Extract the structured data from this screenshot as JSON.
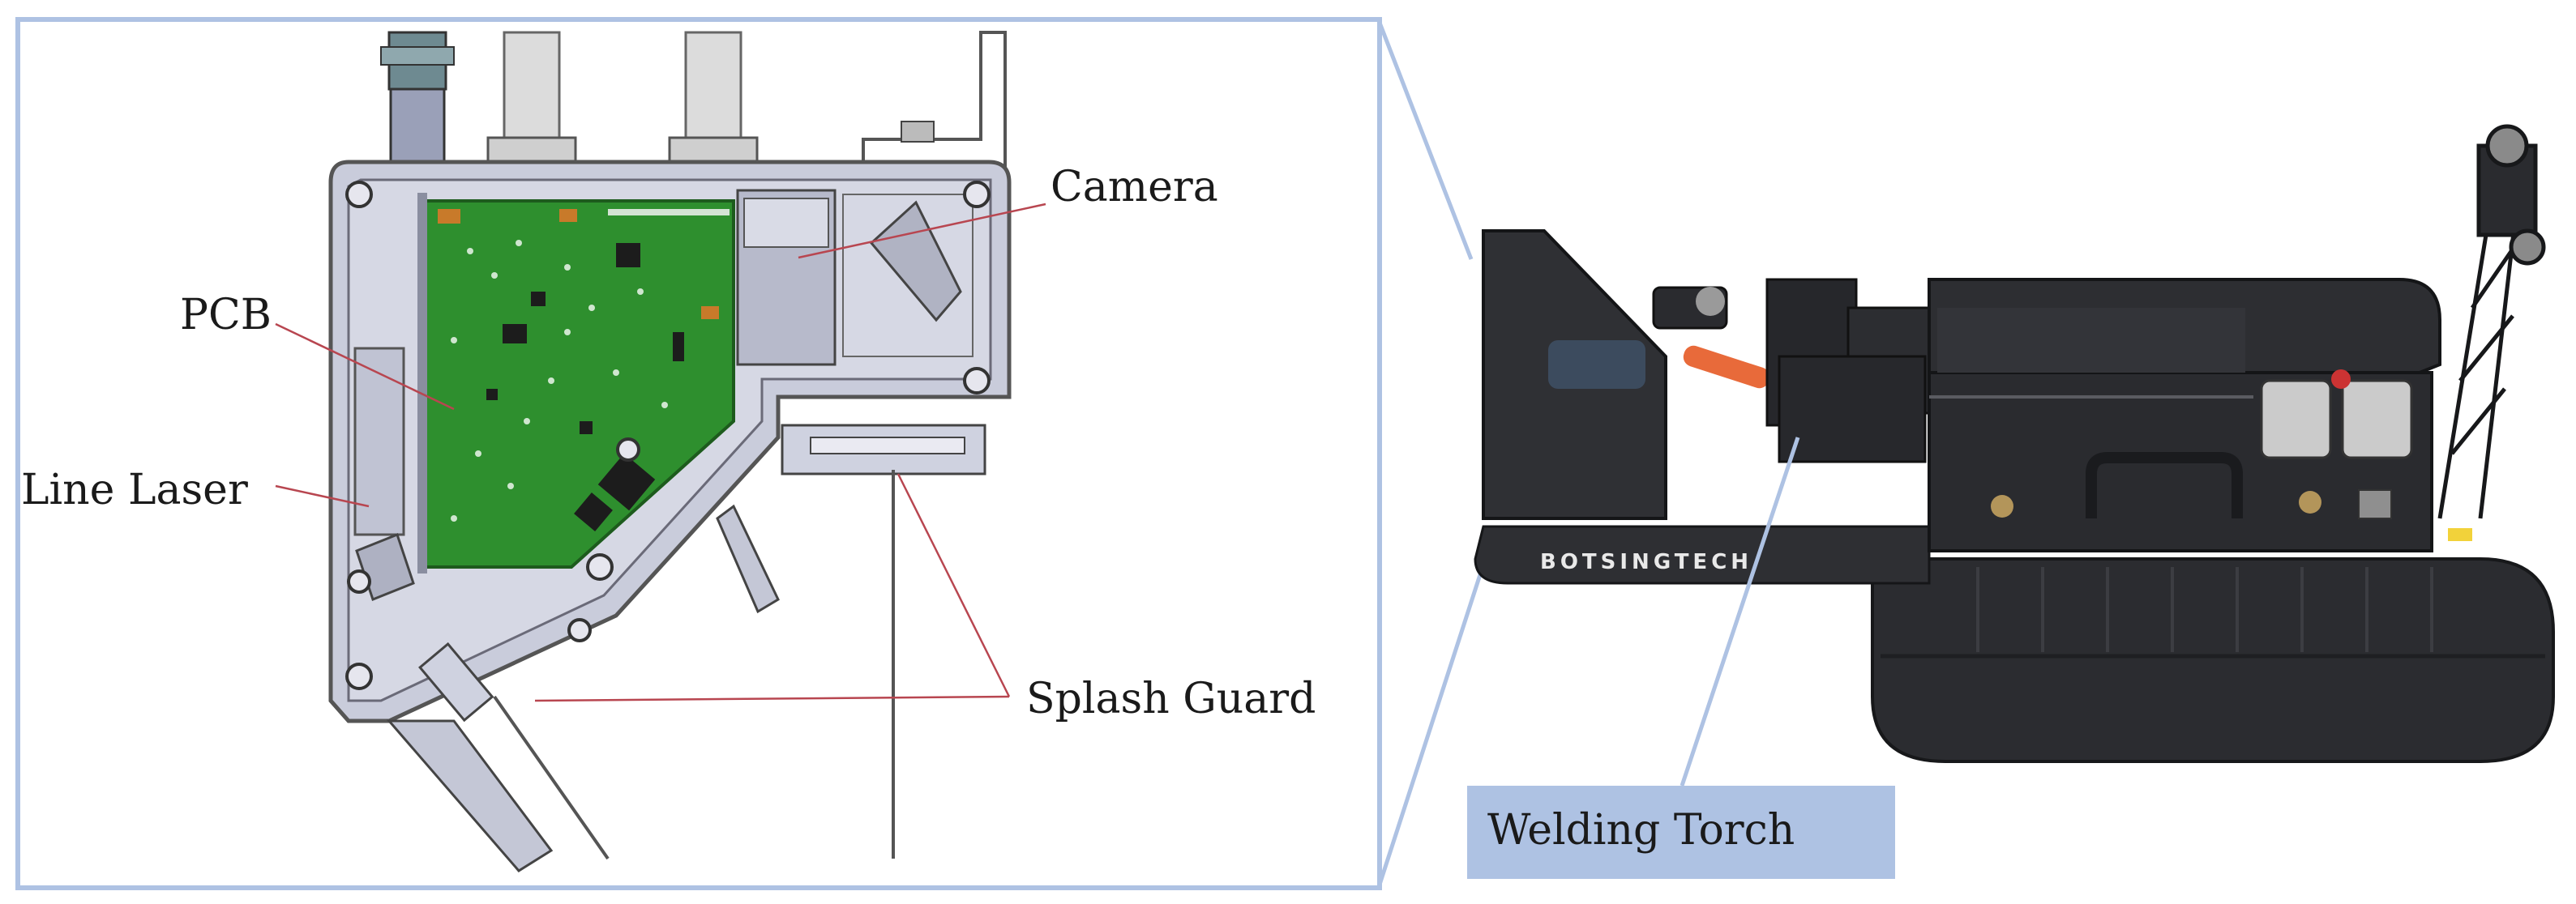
{
  "labels": {
    "camera": "Camera",
    "pcb": "PCB",
    "line_laser": "Line Laser",
    "splash_guard": "Splash Guard",
    "welding_torch": "Welding Torch"
  },
  "robot": {
    "brand": "BOTSINGTECH"
  },
  "colors": {
    "frame_border": "#aec2e3",
    "torch_label_bg": "#aec2e3",
    "leader_line": "#b84650",
    "pcb_green": "#2e8f2e",
    "housing": "#c9ccdb",
    "robot_body": "#2b2c30"
  }
}
